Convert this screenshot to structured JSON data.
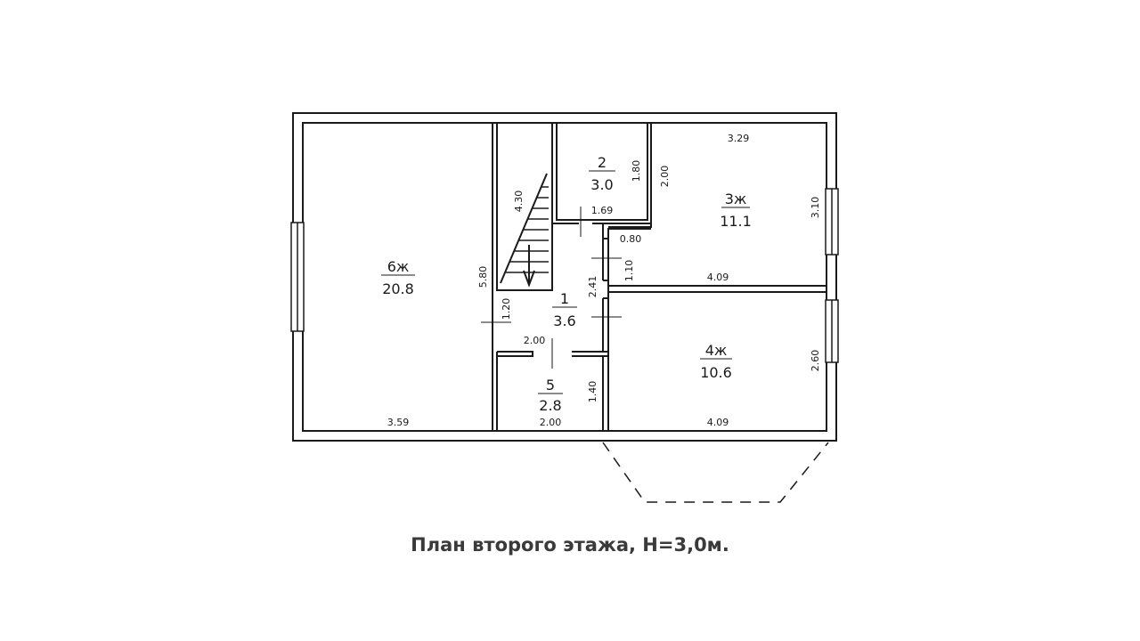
{
  "caption": "План второго этажа, H=3,0м.",
  "rooms": [
    {
      "id": "6",
      "number": "6ж",
      "area": "20.8"
    },
    {
      "id": "2",
      "number": "2",
      "area": "3.0"
    },
    {
      "id": "3",
      "number": "3ж",
      "area": "11.1"
    },
    {
      "id": "1",
      "number": "1",
      "area": "3.6"
    },
    {
      "id": "4",
      "number": "4ж",
      "area": "10.6"
    },
    {
      "id": "5",
      "number": "5",
      "area": "2.8"
    }
  ],
  "dimensions": {
    "room6_width": "3.59",
    "room6_height": "5.80",
    "stair_length": "4.30",
    "room2_height": "1.80",
    "room2_width": "1.69",
    "room3_top": "3.29",
    "room3_right": "3.10",
    "room3_left": "2.00",
    "room3_bottom": "4.09",
    "niche_width": "0.80",
    "niche_height": "1.10",
    "hall_height": "2.41",
    "hall_door": "1.20",
    "hall_width": "2.00",
    "room4_right": "2.60",
    "room4_bottom": "4.09",
    "room5_top": "2.00",
    "room5_height": "1.40",
    "room5_bottom": "2.00"
  },
  "colors": {
    "wall": "#1a1a1a",
    "caption": "#3a3a3a",
    "background": "#ffffff"
  }
}
